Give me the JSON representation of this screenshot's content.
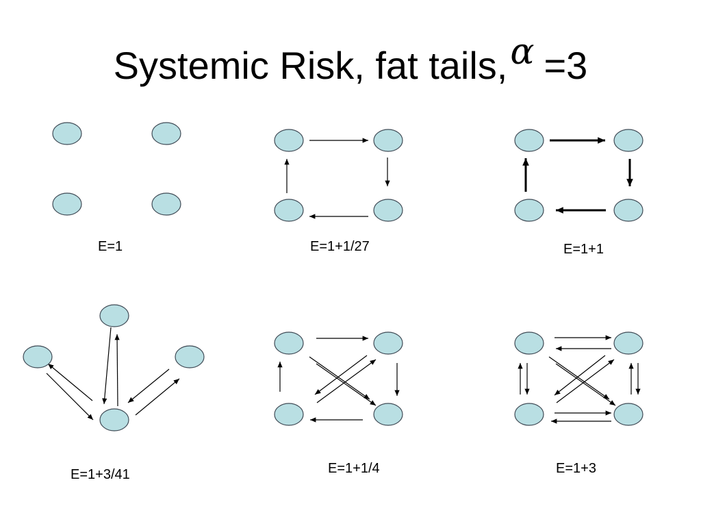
{
  "slide": {
    "title_prefix": "Systemic Risk, fat tails,",
    "title_symbol": "α",
    "title_suffix": "=3"
  },
  "diagrams": [
    {
      "id": "d1",
      "label": "E=1"
    },
    {
      "id": "d2",
      "label": "E=1+1/27"
    },
    {
      "id": "d3",
      "label": "E=1+1"
    },
    {
      "id": "d4",
      "label": "E=1+3/41"
    },
    {
      "id": "d5",
      "label": "E=1+1/4"
    },
    {
      "id": "d6",
      "label": "E=1+3"
    }
  ],
  "colors": {
    "node_fill": "#b9dfe3",
    "node_stroke": "#3f4a55",
    "arrow": "#000000"
  }
}
